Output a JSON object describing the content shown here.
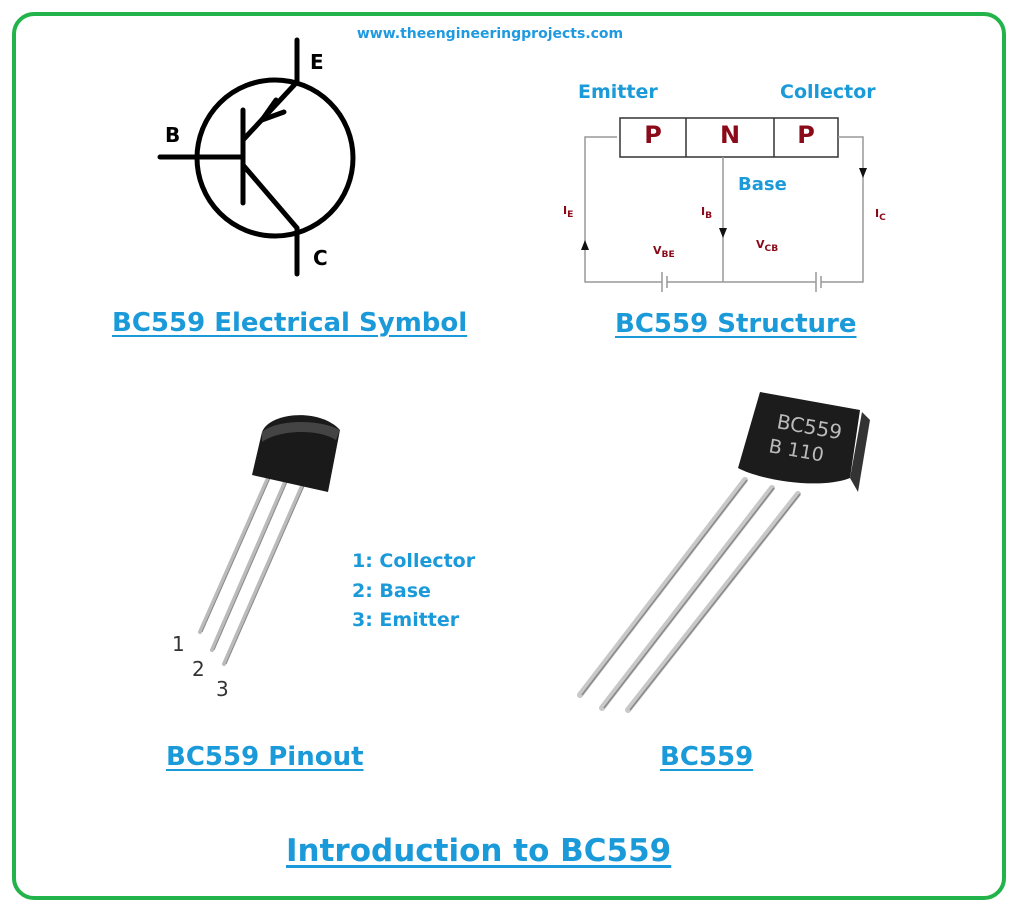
{
  "website": "www.theengineeringprojects.com",
  "symbol": {
    "caption": "BC559 Electrical Symbol",
    "pins": {
      "e": "E",
      "b": "B",
      "c": "C"
    }
  },
  "structure": {
    "caption": "BC559 Structure",
    "emitter": "Emitter",
    "collector": "Collector",
    "base": "Base",
    "layers": [
      "P",
      "N",
      "P"
    ],
    "ie": "I",
    "ie_sub": "E",
    "ib": "I",
    "ib_sub": "B",
    "ic": "I",
    "ic_sub": "C",
    "vbe": "V",
    "vbe_sub": "BE",
    "vcb": "V",
    "vcb_sub": "CB"
  },
  "pinout": {
    "caption": "BC559 Pinout",
    "pin_numbers": [
      "1",
      "2",
      "3"
    ],
    "legend": [
      "1: Collector",
      "2: Base",
      "3: Emitter"
    ]
  },
  "photo": {
    "caption": "BC559",
    "marking_line1": "BC559",
    "marking_line2": "B  110"
  },
  "title": "Introduction to BC559",
  "colors": {
    "border": "#22b34a",
    "accent": "#1a9ad9",
    "layer_text": "#8b0a1a"
  }
}
